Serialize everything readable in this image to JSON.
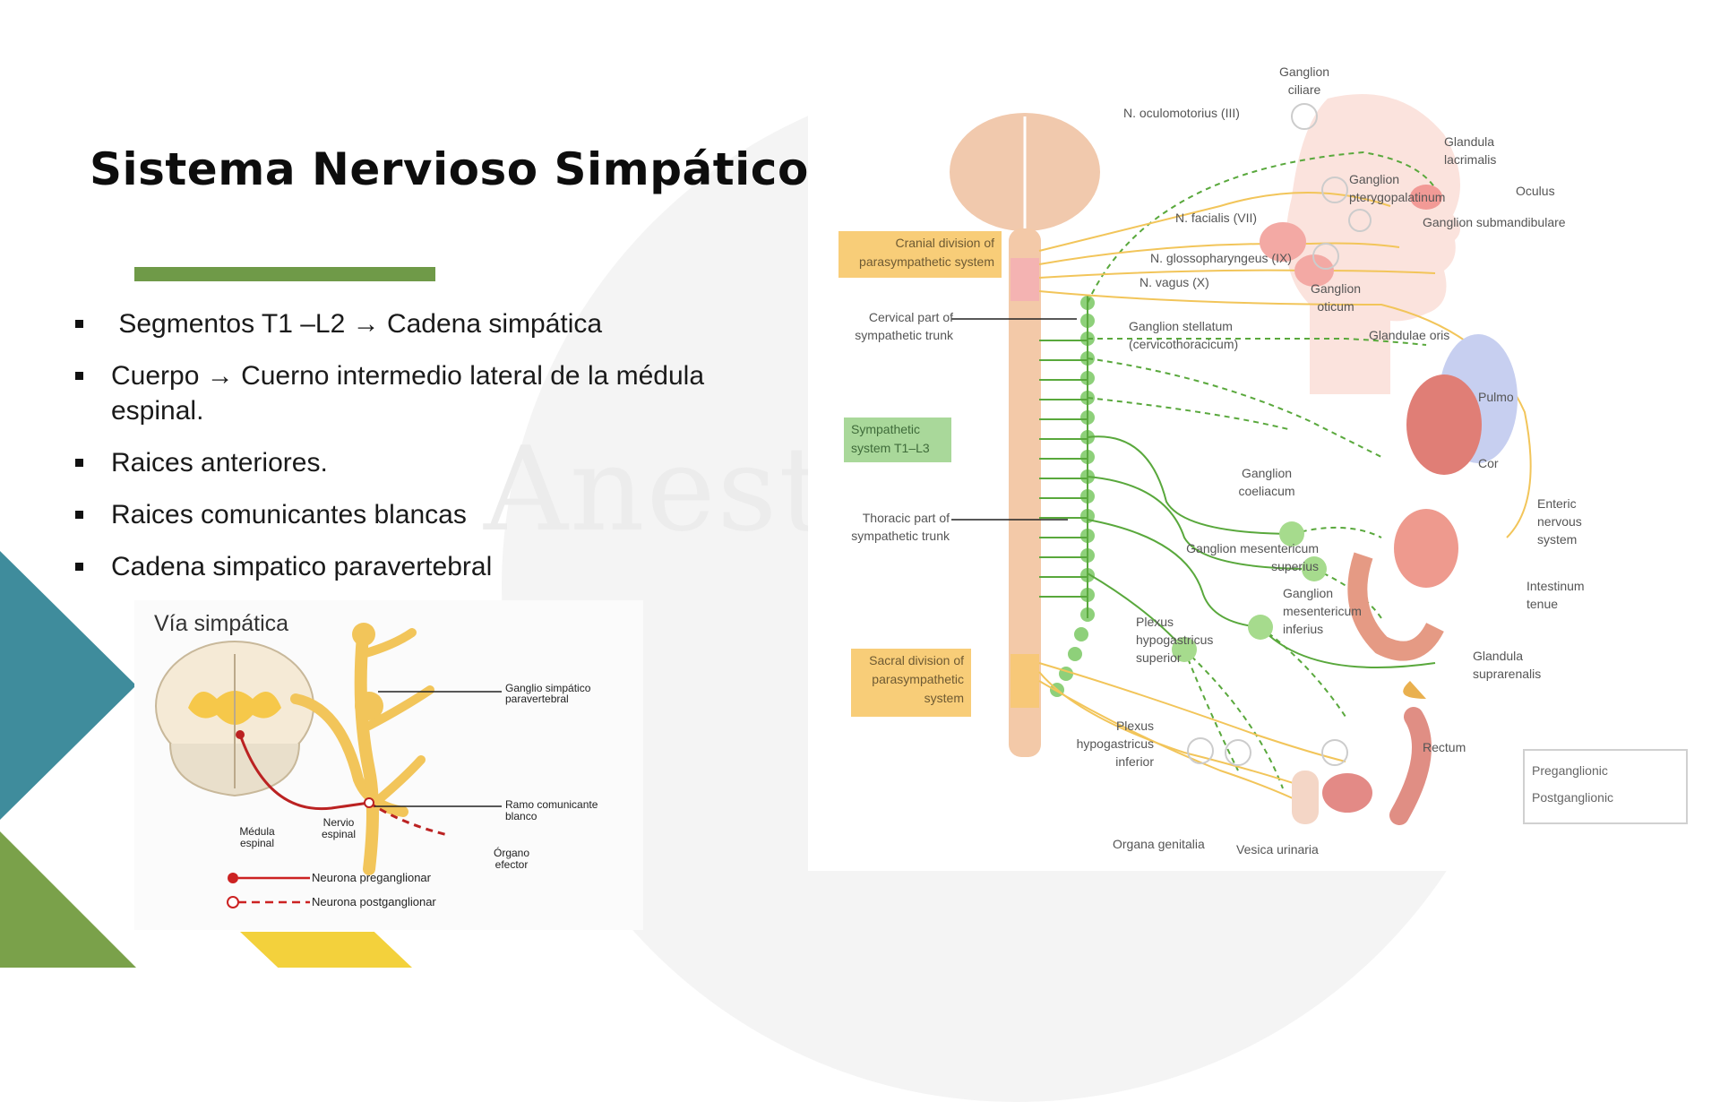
{
  "slide": {
    "title": "Sistema Nervioso Simpático",
    "watermark_text": "Aneste",
    "accent_colors": {
      "teal": "#3f8c9c",
      "green": "#7aa14a",
      "yellow": "#f3d13c",
      "title_bar": "#6f9a48"
    }
  },
  "bullets": [
    " Segmentos T1 –L2 → Cadena simpática",
    "Cuerpo → Cuerno intermedio lateral de la médula espinal.",
    "Raices anteriores.",
    "Raices comunicantes blancas",
    "Cadena simpatico paravertebral"
  ],
  "inset": {
    "title": "Vía simpática",
    "labels": {
      "ganglio": "Ganglio simpático paravertebral",
      "ramo": "Ramo comunicante blanco",
      "medula": "Médula espinal",
      "nervio": "Nervio espinal",
      "organo": "Órgano efector",
      "pre": "Neurona preganglionar",
      "post": "Neurona postganglionar"
    }
  },
  "diagram": {
    "boxes": {
      "cranial": "Cranial division of parasympathetic system",
      "sympathetic": "Sympathetic system T1–L3",
      "sacral": "Sacral division of parasympathetic system"
    },
    "labels": {
      "ganglion_ciliare": "Ganglion ciliare",
      "n_oculomotorius": "N. oculomotorius (III)",
      "glandula_lacrimalis": "Glandula lacrimalis",
      "ganglion_pterygo": "Ganglion pterygopalatinum",
      "oculus": "Oculus",
      "n_facialis": "N. facialis (VII)",
      "ganglion_submand": "Ganglion submandibulare",
      "n_glosso": "N. glossopharyngeus (IX)",
      "n_vagus": "N. vagus (X)",
      "ganglion_oticum": "Ganglion oticum",
      "glandulae_oris": "Glandulae oris",
      "cervical_trunk": "Cervical part of sympathetic trunk",
      "ganglion_stellatum": "Ganglion stellatum (cervicothoracicum)",
      "pulmo": "Pulmo",
      "cor": "Cor",
      "ganglion_coeliacum": "Ganglion coeliacum",
      "enteric": "Enteric nervous system",
      "thoracic_trunk": "Thoracic part of sympathetic trunk",
      "ganglion_mes_sup": "Ganglion mesentericum superius",
      "intestinum": "Intestinum tenue",
      "ganglion_mes_inf": "Ganglion mesentericum inferius",
      "plexus_sup": "Plexus hypogastricus superior",
      "glandula_supra": "Glandula suprarenalis",
      "plexus_inf": "Plexus hypogastricus inferior",
      "rectum": "Rectum",
      "organa": "Organa genitalia",
      "vesica": "Vesica urinaria"
    },
    "legend": {
      "pre": "Preganglionic",
      "post": "Postganglionic"
    },
    "colors": {
      "preganglionic": "#f2c55a",
      "postganglionic": "#59a83c",
      "spine": "#f3c9a8"
    }
  }
}
